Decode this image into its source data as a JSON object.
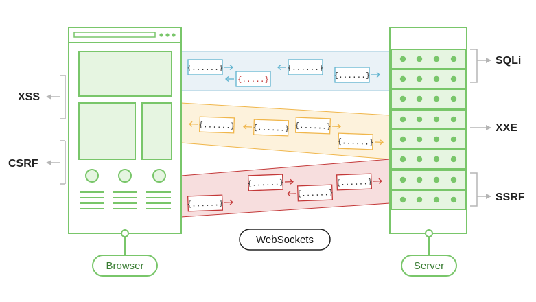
{
  "colors": {
    "green": "#79c66a",
    "green_light": "#e6f5e1",
    "blue_band": "#eaf2f7",
    "blue": "#5fb3cf",
    "orange_band": "#fdf2dc",
    "orange": "#f0b64b",
    "red_band": "#f7dede",
    "red": "#c33838",
    "gray_arrow": "#b5b5b5"
  },
  "attacks": {
    "left": [
      "XSS",
      "CSRF"
    ],
    "right": [
      "SQLi",
      "XXE",
      "SSRF"
    ]
  },
  "labels": {
    "browser": "Browser",
    "server": "Server",
    "protocol": "WebSockets"
  },
  "message_text": "{......}",
  "message_text_short": "{.....}",
  "icons": {
    "browser": "browser-window-icon",
    "server": "server-rack-icon"
  }
}
